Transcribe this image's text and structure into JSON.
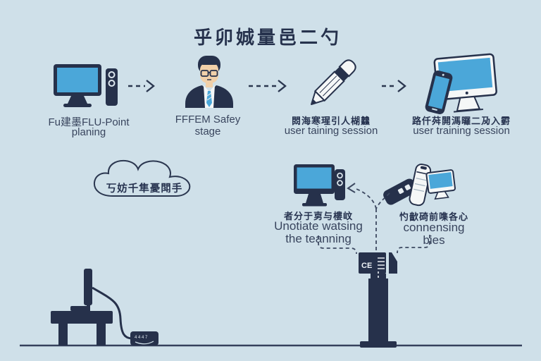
{
  "title": "乎卯娍量邑二勺",
  "colors": {
    "background": "#cfe0e9",
    "ink": "#26314b",
    "screen_blue": "#4ba7d9",
    "device_white": "#f5f7f7",
    "label_text": "#39455e"
  },
  "flow_steps": [
    {
      "icon": "desktop-computer",
      "line1": "Fu建墨FLU-Point",
      "line2": "planing"
    },
    {
      "icon": "businessman",
      "line1": "FFFEM Safey",
      "line2": "stage"
    },
    {
      "icon": "pencil",
      "cjk": "閦海寒瑆引人楜䲜",
      "line2": "user taining session"
    },
    {
      "icon": "phone-and-monitor",
      "cjk": "路仟荈閞溤曪二夃入䨴",
      "line2": "user training session"
    }
  ],
  "cloud": {
    "text": "丂妨千隼憂閗手"
  },
  "middle_group": {
    "cjk": "者分于㔛与樓㞶",
    "line1": "Unotiate watsing",
    "line2": "the teanning"
  },
  "right_group": {
    "cjk": "㣿㱇碕前㗱各心",
    "line1": "connensing",
    "line2": "bies"
  },
  "kiosk": {
    "badge": "CE"
  },
  "power_box": {
    "text": "4 4 4 7"
  }
}
